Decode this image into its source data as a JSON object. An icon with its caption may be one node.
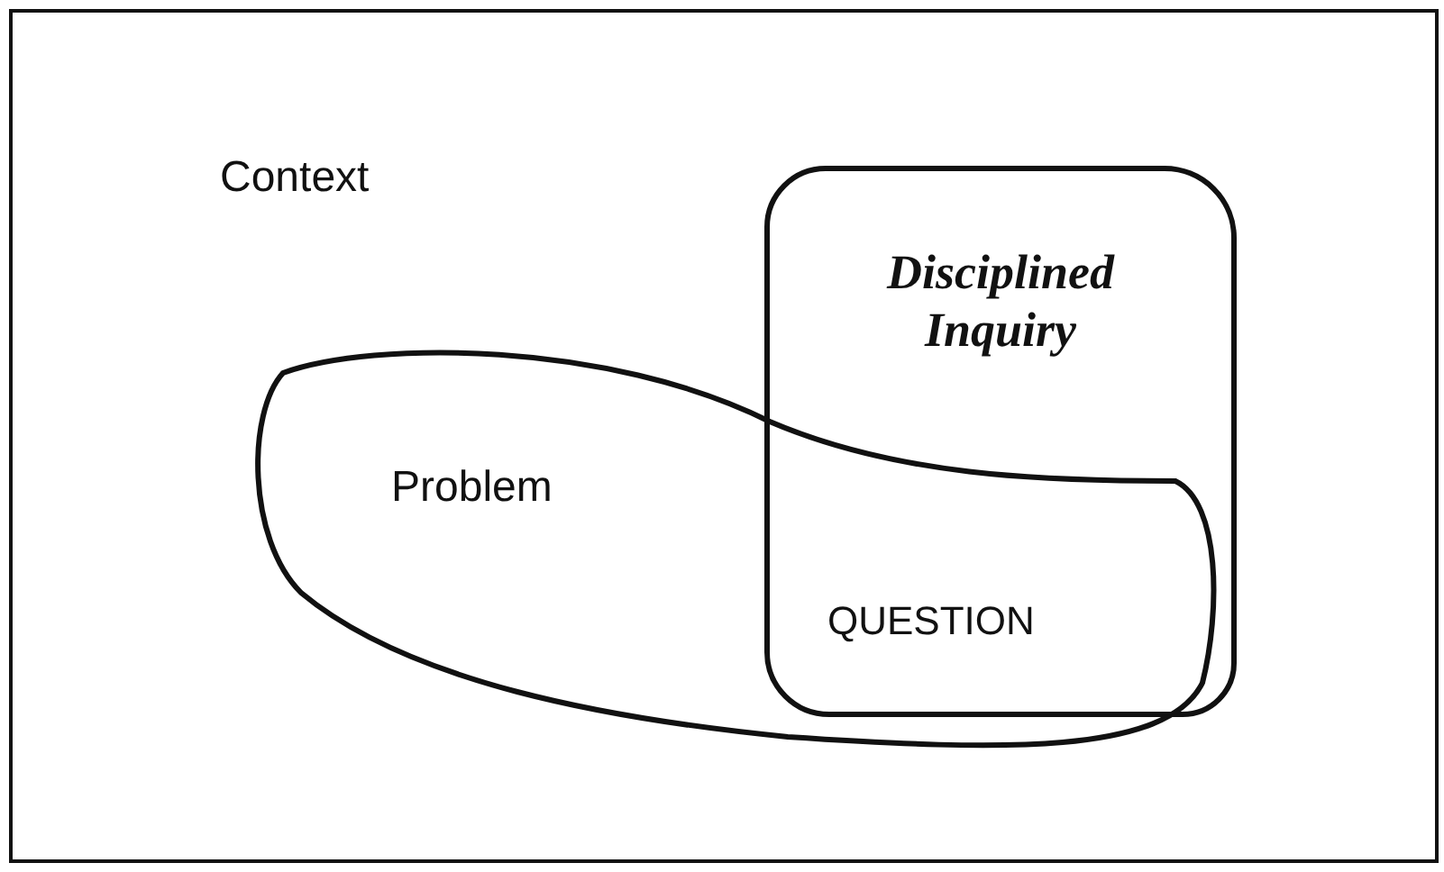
{
  "diagram": {
    "nodes": [
      {
        "text": [
          "Context"
        ]
      },
      {
        "text": [
          "Problem"
        ],
        "in": 0
      },
      {
        "text": [
          "Disciplined Inquiry"
        ],
        "in": 0
      }
    ],
    "labels": [
      "QUESTION"
    ]
  }
}
